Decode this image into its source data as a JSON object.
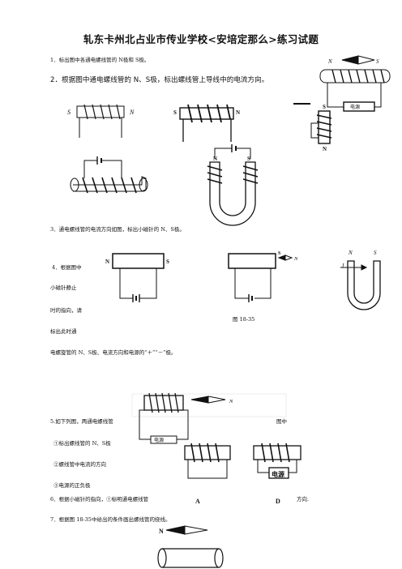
{
  "title": "轧东卡州北占业市传业学校<安培定那么>练习试题",
  "q1": "1．标出图中各通电螺线管的 N极和 S极。",
  "q2": "2．根据图中通电螺线管的 N、S极，标出螺线管上导线中的电流方向。",
  "q3": "3．通电螺线管的电流方向如图，标出小磁针的 N、S极。",
  "q4": {
    "line1": "4．根据图中",
    "line2": "小磁针静止",
    "line3": "时的指向，请",
    "line4": "标出此时通",
    "line5": "电螺旋管的 N、S极、电流方向和电源的“＋”“－”极。"
  },
  "fig_caption": "图 18-35",
  "q5": {
    "line1": "5.如下列图，两通电螺线管",
    "line1_end": "图中",
    "item1": "①标出螺线管的 N、S极",
    "item2": "②螺线管中电流的方向",
    "item3": "③电源的正负极"
  },
  "q6": {
    "start": "6．根据小磁针的指向，①标明通电螺线管",
    "end": "方向."
  },
  "q7": "7．根据图 18-35中给出的条件画出螺线管的绕线。",
  "labels": {
    "N": "N",
    "S": "S",
    "I": "I",
    "A": "A",
    "D": "D",
    "power": "电源",
    "power_small": "电源"
  }
}
